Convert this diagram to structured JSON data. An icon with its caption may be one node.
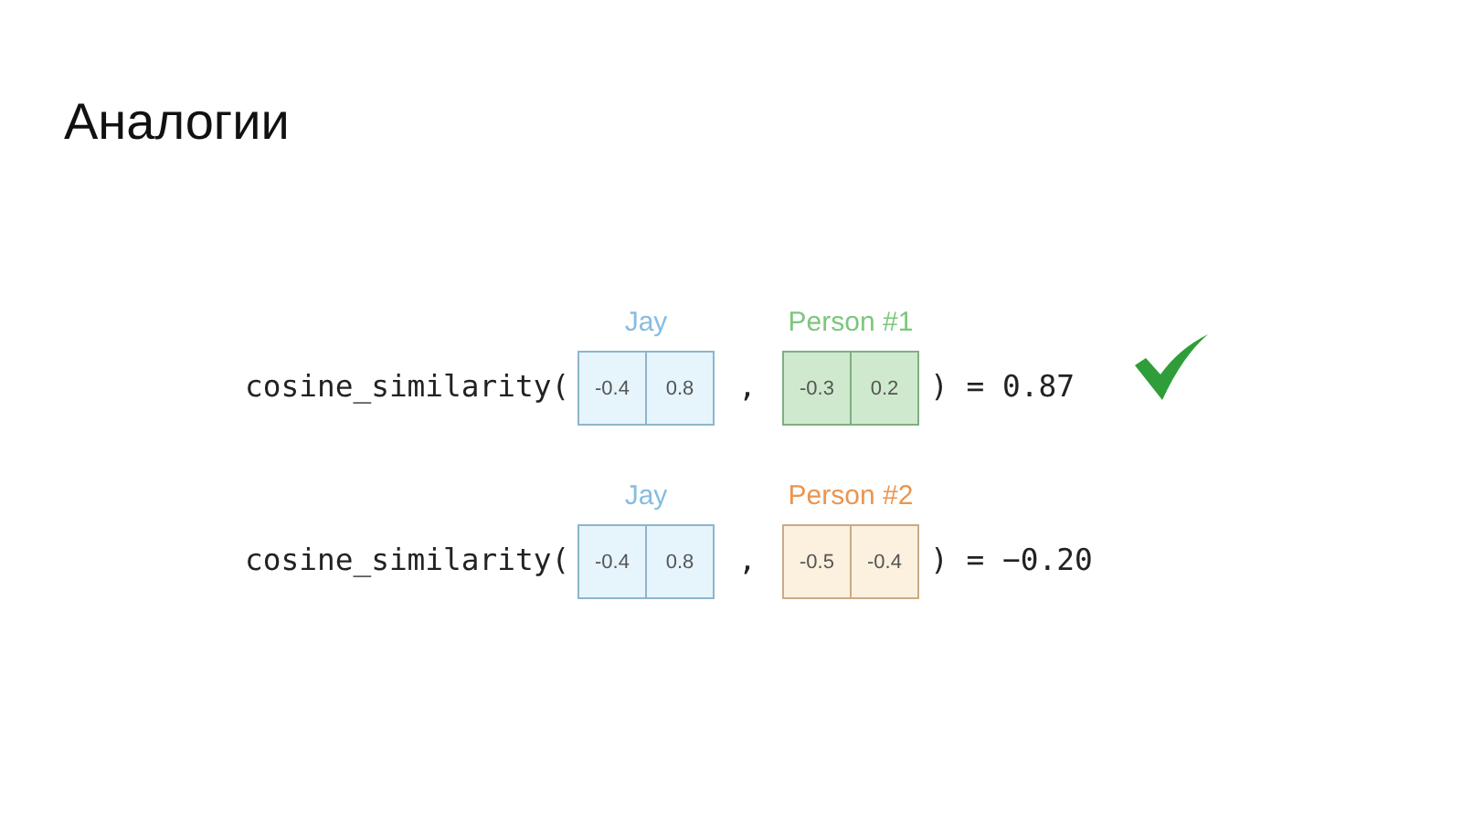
{
  "diagram": {
    "title": "Аналогии",
    "nodes": [
      {
        "text": [
          "Jay"
        ]
      },
      {
        "text": [
          "-0.4"
        ],
        "in": 0
      },
      {
        "text": [
          "0.8"
        ],
        "in": 0
      },
      {
        "text": [
          "Person #1"
        ]
      },
      {
        "text": [
          "-0.3"
        ],
        "in": 3
      },
      {
        "text": [
          "0.2"
        ],
        "in": 3
      },
      {
        "text": [
          "Jay"
        ]
      },
      {
        "text": [
          "-0.4"
        ],
        "in": 6
      },
      {
        "text": [
          "0.8"
        ],
        "in": 6
      },
      {
        "text": [
          "Person #2"
        ]
      },
      {
        "text": [
          "-0.5"
        ],
        "in": 9
      },
      {
        "text": [
          "-0.4"
        ],
        "in": 9
      }
    ],
    "edges": [],
    "labels": [
      "cosine_similarity(",
      ",",
      ") = 0.87",
      "cosine_similarity(",
      ",",
      ") = −0.20"
    ]
  }
}
